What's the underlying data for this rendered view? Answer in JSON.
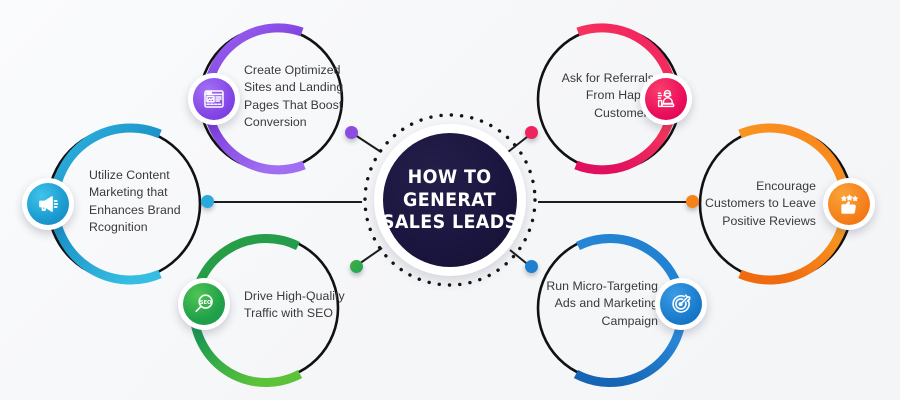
{
  "background_color": "#f7f8fa",
  "center": {
    "title_lines": [
      "HOW TO",
      "GENERAT",
      "SALES LEADS"
    ],
    "fill_color": "#1b1640",
    "text_color": "#ffffff"
  },
  "nodes": [
    {
      "id": "content-marketing",
      "position": "left",
      "label": "Utilize Content Marketing that Enhances Brand Rcognition",
      "label_lines": [
        "Utilize Content",
        "Marketing that",
        "Enhances Brand",
        "Rcognition"
      ],
      "accent_color": "#27a8d8",
      "accent_color_dark": "#1b8fc4",
      "icon": "megaphone-icon",
      "icon_side": "left",
      "text_align": "left"
    },
    {
      "id": "optimized-sites",
      "position": "top-left",
      "label": "Create Optimized Sites and Landing Pages That Boost Conversion",
      "label_lines": [
        "Create Optimized",
        "Sites and Landing",
        "Pages That Boost",
        "Conversion"
      ],
      "accent_color": "#8b4de0",
      "accent_color_dark": "#7a39d6",
      "icon": "landing-page-icon",
      "icon_side": "left",
      "text_align": "left"
    },
    {
      "id": "seo-traffic",
      "position": "bottom-left",
      "label": "Drive High-Quality Traffic with SEO",
      "label_lines": [
        "Drive High-Quality",
        "Traffic with SEO"
      ],
      "accent_color": "#3fae3f",
      "accent_color_dark": "#1f9d4d",
      "icon": "seo-magnifier-icon",
      "icon_side": "left",
      "text_align": "left"
    },
    {
      "id": "referrals",
      "position": "top-right",
      "label": "Ask for Referrals From Happy Customers",
      "label_lines": [
        "Ask for Referrals",
        "From Happy",
        "Customers"
      ],
      "accent_color": "#f0245c",
      "accent_color_dark": "#e00b56",
      "icon": "support-agent-icon",
      "icon_side": "right",
      "text_align": "right"
    },
    {
      "id": "positive-reviews",
      "position": "right",
      "label": "Encourage Customers to Leave Positive Reviews",
      "label_lines": [
        "Encourage",
        "Customers to Leave",
        "Positive Reviews"
      ],
      "accent_color": "#f7821b",
      "accent_color_dark": "#ee6c0d",
      "icon": "thumbs-up-stars-icon",
      "icon_side": "right",
      "text_align": "right"
    },
    {
      "id": "micro-targeting-ads",
      "position": "bottom-right",
      "label": "Run Micro-Targeting Ads and Marketing Campaign",
      "label_lines": [
        "Run Micro-Targeting",
        "Ads and Marketing",
        "Campaign"
      ],
      "accent_color": "#1f7fd0",
      "accent_color_dark": "#1566b8",
      "icon": "target-dart-icon",
      "icon_side": "right",
      "text_align": "right"
    }
  ]
}
